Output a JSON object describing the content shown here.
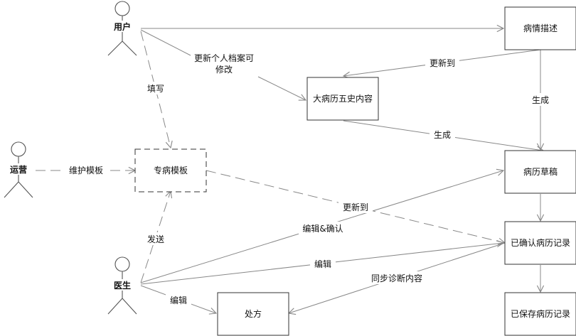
{
  "actors": {
    "user": "用户",
    "ops": "运营",
    "doctor": "医生"
  },
  "nodes": {
    "illness_desc": "病情描述",
    "five_history": "大病历五史内容",
    "template": "专病模板",
    "draft": "病历草稿",
    "confirmed": "已确认病历记录",
    "saved": "已保存病历记录",
    "prescription": "处方"
  },
  "edges": {
    "user_update_archive_1": "更新个人档案可",
    "user_update_archive_2": "修改",
    "fill_in": "填写",
    "maintain_template": "维护模板",
    "update_to_1": "更新到",
    "generate_1": "生成",
    "generate_2": "生成",
    "update_to_2": "更新到",
    "send": "发送",
    "edit_confirm": "编辑&确认",
    "edit_1": "编辑",
    "sync_diagnosis": "同步诊断内容",
    "edit_2": "编辑"
  },
  "colors": {
    "edge": "#888888",
    "box_border": "#333333"
  }
}
